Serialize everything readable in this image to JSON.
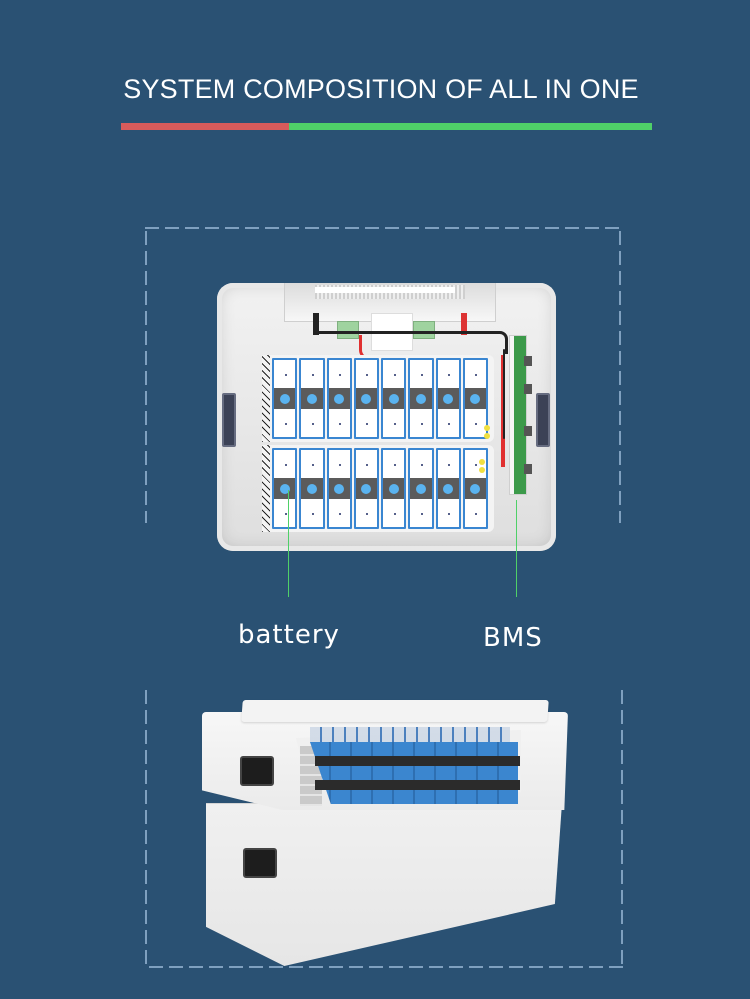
{
  "header": {
    "title": "SYSTEM COMPOSITION OF ALL IN ONE",
    "underline_colors": {
      "left": "#d75b5b",
      "right": "#4fd068"
    }
  },
  "colors": {
    "background": "#2a5173",
    "dashed_frame": "#7fa0bf",
    "leader_line": "#4fd068",
    "cell_blue": "#3a86d1"
  },
  "diagram_top": {
    "description": "Top-down view of open all-in-one enclosure with two battery modules and BMS board",
    "modules": [
      {
        "name": "upper-module",
        "cells": 8
      },
      {
        "name": "lower-module",
        "cells": 8
      }
    ],
    "callouts": [
      {
        "id": "battery",
        "label": "battery"
      },
      {
        "id": "bms",
        "label": "BMS"
      }
    ]
  },
  "diagram_bottom": {
    "description": "3D cutaway of stacked two-tier white battery cabinet showing blue cells and black straps"
  }
}
